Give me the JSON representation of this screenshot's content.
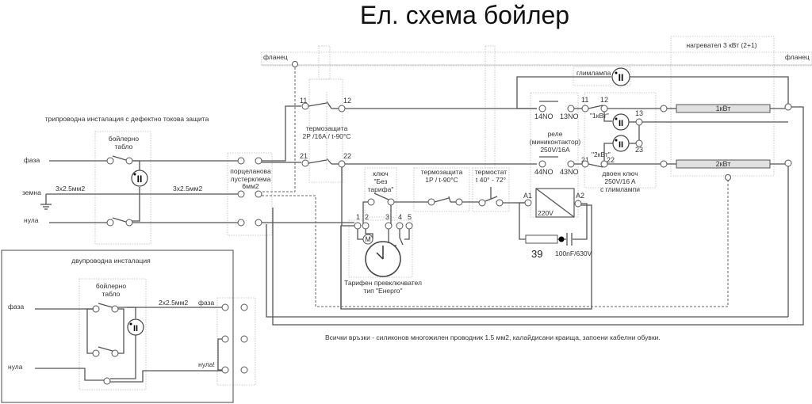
{
  "title": "Ел. схема бойлер",
  "three_wire": {
    "caption": "трипроводна инсталация с дефектно токова защита",
    "phase": "фаза",
    "earth": "земна",
    "neutral": "нула",
    "cable_left": "3x2.5мм2",
    "cable_right": "3x2.5мм2",
    "board_line1": "бойлерно",
    "board_line2": "табло"
  },
  "terminal_block": {
    "line1": "порцеланова",
    "line2": "лустерклема",
    "line3": "6мм2"
  },
  "flange_left": "фланец",
  "flange_right": "фланец",
  "thermo2p": {
    "line1": "термозащита",
    "line2": "2P /16A / t-90°C",
    "pins": [
      "11",
      "12",
      "21",
      "22"
    ]
  },
  "no_tariff_key": {
    "line1": "ключ",
    "line2": "\"Без",
    "line3": "тарифа\""
  },
  "thermo1p": {
    "line1": "термозащита",
    "line2": "1P / t-90°C"
  },
  "thermostat": {
    "line1": "термостат",
    "line2": "t 40° - 72°"
  },
  "tariff_switch": {
    "line1": "Тарифен превключвател",
    "line2": "тип \"Енерго\"",
    "pins": [
      "1",
      "2",
      "3",
      "4",
      "5"
    ],
    "motor": "M"
  },
  "relay": {
    "line1": "реле",
    "line2": "(миниконтактор)",
    "line3": "250V/16A",
    "coil": "220V",
    "pins": [
      "14NO",
      "13NO",
      "44NO",
      "43NO",
      "A1",
      "A2"
    ]
  },
  "snubber": {
    "resistor": "39",
    "capacitor": "100nF/630V"
  },
  "glow_lamp": "глимлампа",
  "double_switch": {
    "line1": "двоен ключ",
    "line2": "250V/16 A",
    "line3": "с глимлампи",
    "pos1": "\"1кВт\"",
    "pos2": "\"2кВт\"",
    "pins": [
      "11",
      "12",
      "13",
      "21",
      "22",
      "23"
    ]
  },
  "heater": {
    "caption": "нагревател 3 кВт (2+1)",
    "element1": "1кВт",
    "element2": "2кВт"
  },
  "two_wire": {
    "caption": "двупроводна инсталация",
    "phase": "фаза",
    "neutral": "нула",
    "board_line1": "бойлерно",
    "board_line2": "табло",
    "cable": "2x2.5мм2",
    "phase_term": "фаза",
    "neutral_term": "нула!"
  },
  "lamp_symbol": "II",
  "footnote": "Всички връзки - силиконов многожилен проводник 1.5 мм2, калайдисани краища, запоени кабелни обувки."
}
